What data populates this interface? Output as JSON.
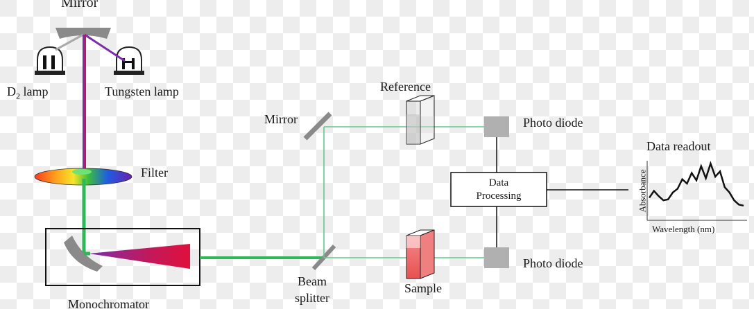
{
  "labels": {
    "mirror_top": "Mirror",
    "d2_lamp": "D",
    "d2_lamp_sub": "2",
    "d2_lamp_rest": " lamp",
    "tungsten_lamp": "Tungsten lamp",
    "filter": "Filter",
    "monochromator": "Monochromator",
    "mirror_mid": "Mirror",
    "beam": "Beam",
    "splitter": "splitter",
    "reference": "Reference",
    "sample": "Sample",
    "photo_diode_top": "Photo diode",
    "photo_diode_bottom": "Photo diode",
    "data": "Data",
    "processing": "Processing",
    "data_readout": "Data readout",
    "y_axis": "Absorbance",
    "x_axis": "Wavelength (nm)"
  },
  "colors": {
    "beam_green": "#2fb85a",
    "mono_beam": "#e0205a",
    "purple_beam": "#7a2fa8",
    "sample_fill": "#f07070",
    "detector_gray": "#b0b0b0",
    "mirror_gray": "#808080"
  },
  "spectrum": {
    "type": "line",
    "x": [
      0,
      5,
      10,
      15,
      20,
      25,
      30,
      35,
      40,
      45,
      50,
      55,
      60,
      65,
      70,
      75,
      80,
      85,
      90,
      95,
      100
    ],
    "y": [
      0.35,
      0.48,
      0.38,
      0.3,
      0.32,
      0.45,
      0.52,
      0.7,
      0.62,
      0.82,
      0.68,
      0.95,
      0.72,
      1.0,
      0.75,
      0.85,
      0.55,
      0.45,
      0.3,
      0.22,
      0.2
    ]
  }
}
